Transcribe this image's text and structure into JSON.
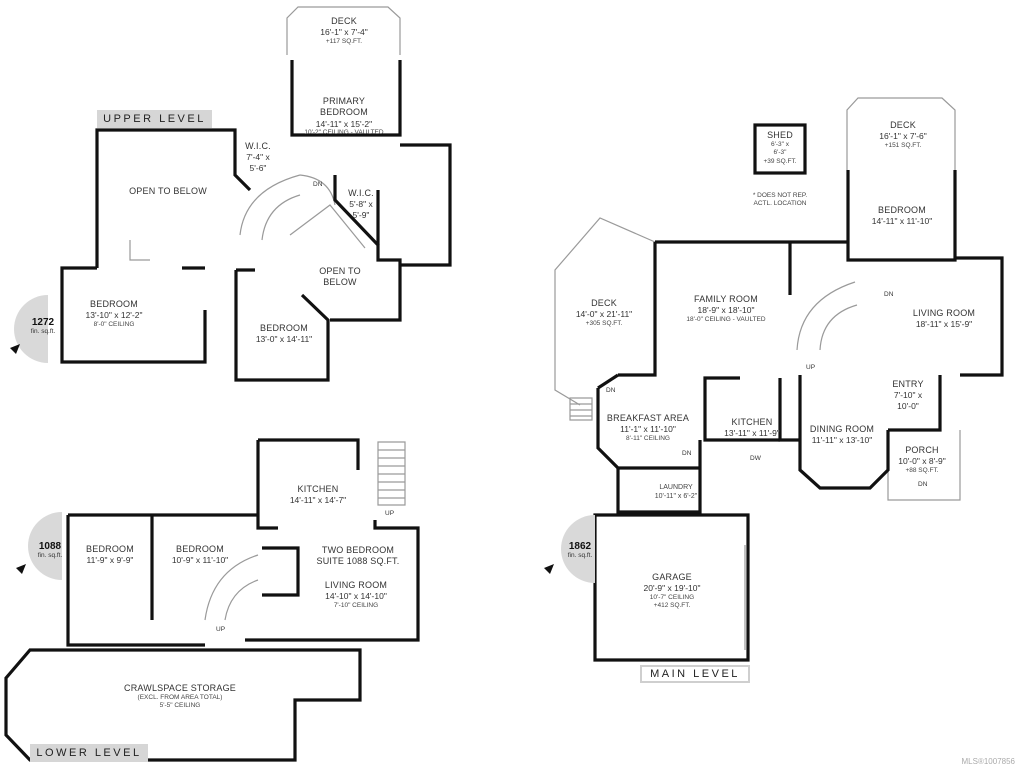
{
  "levels": {
    "upper": "UPPER LEVEL",
    "lower": "LOWER LEVEL",
    "main": "MAIN LEVEL"
  },
  "areas": {
    "upper": {
      "value": "1272",
      "unit": "fin. sq.ft."
    },
    "lower": {
      "value": "1088",
      "unit": "fin. sq.ft."
    },
    "main": {
      "value": "1862",
      "unit": "fin. sq.ft."
    }
  },
  "upper": {
    "deck": {
      "name": "DECK",
      "dims": "16'-1\" x 7'-4\"",
      "extra": "+117 SQ.FT."
    },
    "primary": {
      "name": "PRIMARY\nBEDROOM",
      "name1": "PRIMARY",
      "name2": "BEDROOM",
      "dims": "14'-11\" x 15'-2\"",
      "extra": "10'-2\" CEILING - VAULTED"
    },
    "wic1": {
      "name": "W.I.C.",
      "dims1": "7'-4\" x",
      "dims2": "5'-6\""
    },
    "wic2": {
      "name": "W.I.C.",
      "dims1": "5'-8\" x",
      "dims2": "5'-9\""
    },
    "open1": "OPEN TO BELOW",
    "open2a": "OPEN TO",
    "open2b": "BELOW",
    "bed1": {
      "name": "BEDROOM",
      "dims": "13'-10\" x 12'-2\"",
      "extra": "8'-0\" CEILING"
    },
    "bed2": {
      "name": "BEDROOM",
      "dims": "13'-0\" x 14'-11\""
    },
    "dn": "DN"
  },
  "lower": {
    "kitchen": {
      "name": "KITCHEN",
      "dims": "14'-11\" x 14'-7\""
    },
    "suite1": "TWO BEDROOM",
    "suite2": "SUITE 1088 SQ.FT.",
    "living": {
      "name": "LIVING ROOM",
      "dims": "14'-10\" x 14'-10\"",
      "extra": "7'-10\" CEILING"
    },
    "bed1": {
      "name": "BEDROOM",
      "dims": "11'-9\" x 9'-9\""
    },
    "bed2": {
      "name": "BEDROOM",
      "dims": "10'-9\" x 11'-10\""
    },
    "crawl": {
      "name": "CRAWLSPACE STORAGE",
      "extra1": "(EXCL. FROM AREA TOTAL)",
      "extra2": "5'-5\" CEILING"
    },
    "up1": "UP",
    "up2": "UP"
  },
  "main": {
    "shed": {
      "name": "SHED",
      "dims1": "6'-3\" x",
      "dims2": "6'-3\"",
      "extra": "+39 SQ.FT."
    },
    "shed_note1": "* DOES NOT REP.",
    "shed_note2": "ACTL. LOCATION",
    "deck_top": {
      "name": "DECK",
      "dims": "16'-1\" x 7'-6\"",
      "extra": "+151 SQ.FT."
    },
    "bedroom": {
      "name": "BEDROOM",
      "dims": "14'-11\" x 11'-10\""
    },
    "deck_left": {
      "name": "DECK",
      "dims": "14'-0\" x 21'-11\"",
      "extra": "+305 SQ.FT."
    },
    "family": {
      "name": "FAMILY ROOM",
      "dims": "18'-9\" x 18'-10\"",
      "extra": "18'-0\" CEILING - VAULTED"
    },
    "living": {
      "name": "LIVING ROOM",
      "dims": "18'-11\" x 15'-9\""
    },
    "entry": {
      "name": "ENTRY",
      "dims1": "7'-10\" x",
      "dims2": "10'-0\""
    },
    "breakfast": {
      "name": "BREAKFAST AREA",
      "dims": "11'-1\" x 11'-10\"",
      "extra": "8'-11\" CEILING"
    },
    "kitchen": {
      "name": "KITCHEN",
      "dims": "13'-11\" x 11'-9\""
    },
    "dining": {
      "name": "DINING ROOM",
      "dims": "11'-11\" x 13'-10\""
    },
    "porch": {
      "name": "PORCH",
      "dims": "10'-0\" x 8'-9\"",
      "extra": "+88 SQ.FT."
    },
    "laundry": {
      "name": "LAUNDRY",
      "dims": "10'-11\" x 6'-2\""
    },
    "garage": {
      "name": "GARAGE",
      "dims": "20'-9\" x 19'-10\"",
      "extra1": "10'-7\" CEILING",
      "extra2": "+412 SQ.FT."
    },
    "dn1": "DN",
    "dn2": "DN",
    "dn3": "DN",
    "dn4": "DN",
    "up": "UP",
    "dw": "DW"
  },
  "mls": "MLS®1007856",
  "colors": {
    "wall": "#111111",
    "thin": "#9a9a9a",
    "tag": "#d6d6d6",
    "compass": "#d9d9d9"
  }
}
